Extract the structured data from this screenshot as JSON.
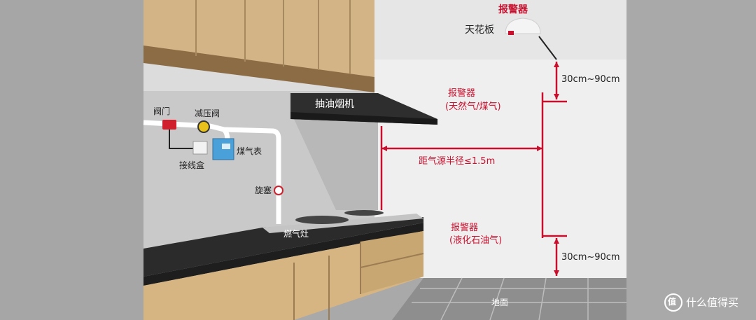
{
  "labels": {
    "alarm_top": "报警器",
    "ceiling": "天花板",
    "hood": "抽油烟机",
    "valve": "阀门",
    "regulator": "减压阀",
    "junction_box": "接线盒",
    "gas_meter": "煤气表",
    "plug_valve": "旋塞",
    "stove": "燃气灶",
    "alarm_natural_gas": "报警器",
    "natural_gas": "(天然气/煤气)",
    "distance": "距气源半径≤1.5m",
    "alarm_lpg": "报警器",
    "lpg": "(液化石油气)",
    "dist_top": "30cm~90cm",
    "dist_bottom": "30cm~90cm",
    "floor": "地面"
  },
  "watermark": {
    "icon": "值",
    "text": "什么值得买"
  },
  "colors": {
    "accent": "#c8102e",
    "cabinet": "#d9b98b",
    "counter": "#2b2b2b",
    "wall": "#ededed"
  }
}
